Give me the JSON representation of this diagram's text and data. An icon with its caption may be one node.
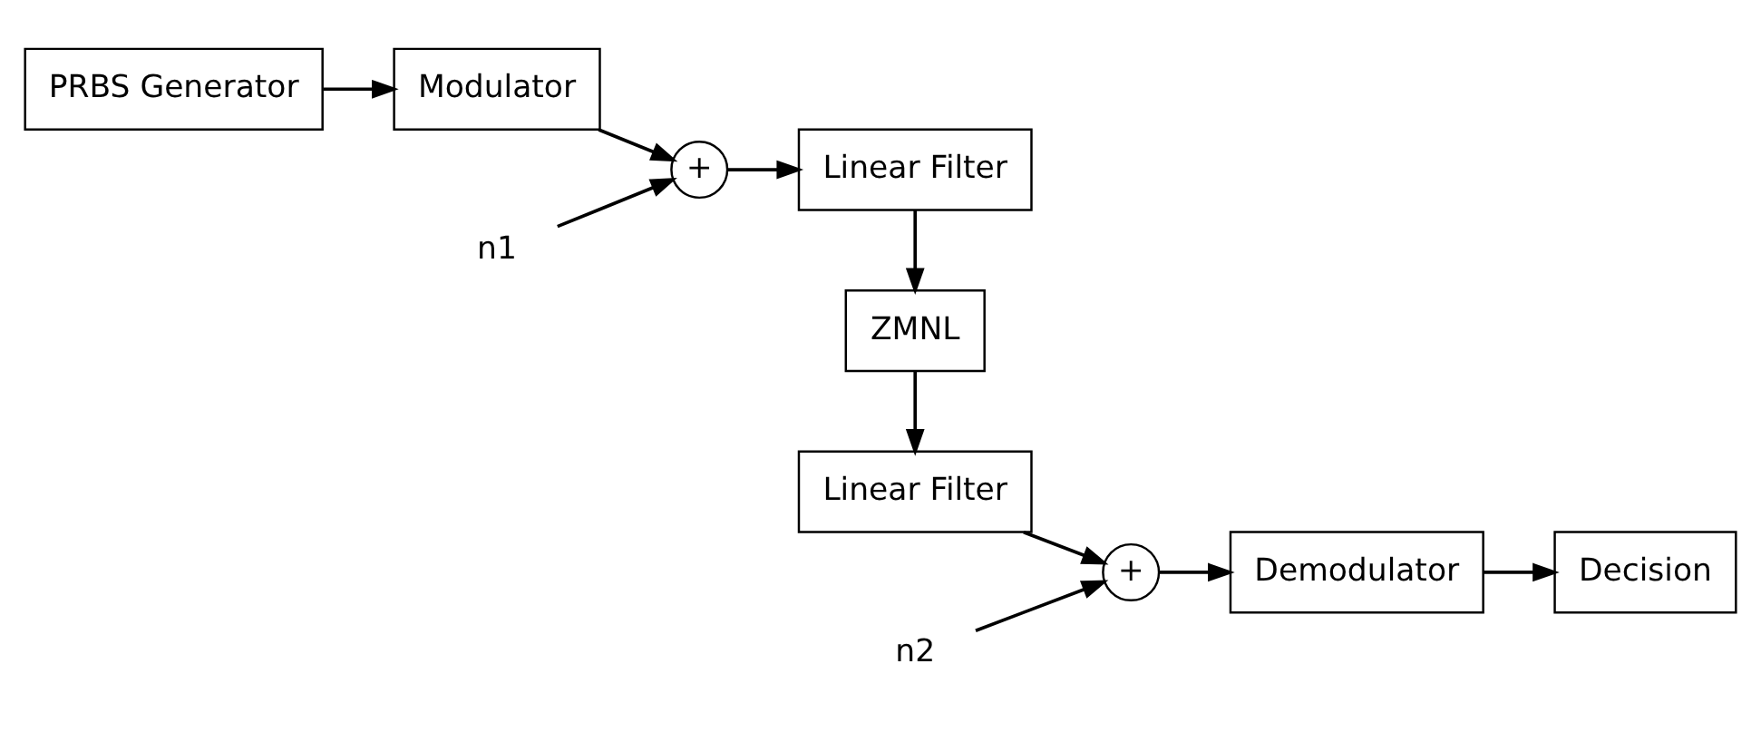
{
  "diagram": {
    "nodes": [
      {
        "text": [
          "PRBS Generator"
        ]
      },
      {
        "text": [
          "Modulator"
        ]
      },
      {
        "text": [
          "+"
        ]
      },
      {
        "text": [
          "Linear Filter"
        ]
      },
      {
        "text": [
          "ZMNL"
        ]
      },
      {
        "text": [
          "Linear Filter"
        ]
      },
      {
        "text": [
          "+"
        ]
      },
      {
        "text": [
          "Demodulator"
        ]
      },
      {
        "text": [
          "Decision"
        ]
      },
      {
        "text": [
          "n1"
        ]
      },
      {
        "text": [
          "n2"
        ]
      }
    ],
    "edges": [
      {
        "from": 0,
        "to": 1,
        "arrow": "to"
      },
      {
        "from": 1,
        "to": 2,
        "arrow": "to"
      },
      {
        "from": 2,
        "to": 3,
        "arrow": "to"
      },
      {
        "from": 3,
        "to": 4,
        "arrow": "to"
      },
      {
        "from": 4,
        "to": 5,
        "arrow": "to"
      },
      {
        "from": 5,
        "to": 6,
        "arrow": "to"
      },
      {
        "from": 6,
        "to": 7,
        "arrow": "to"
      },
      {
        "from": 7,
        "to": 8,
        "arrow": "to"
      },
      {
        "from": 9,
        "to": 2,
        "arrow": "to"
      },
      {
        "from": 10,
        "to": 6,
        "arrow": "to"
      }
    ]
  }
}
